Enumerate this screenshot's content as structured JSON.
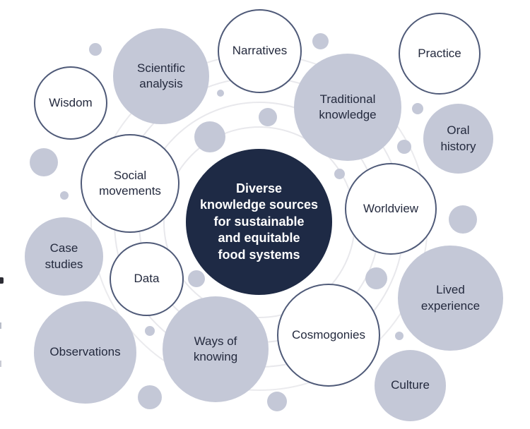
{
  "diagram": {
    "title": "Diverse knowledge sources for sustainable and equitable food systems",
    "center": {
      "label": "Diverse\nknowledge sources\nfor sustainable\nand equitable\nfood systems"
    },
    "nodes": [
      {
        "id": "wisdom",
        "label": "Wisdom",
        "style": "outlined"
      },
      {
        "id": "scientific-analysis",
        "label": "Scientific\nanalysis",
        "style": "filled"
      },
      {
        "id": "narratives",
        "label": "Narratives",
        "style": "outlined"
      },
      {
        "id": "practice",
        "label": "Practice",
        "style": "outlined"
      },
      {
        "id": "traditional-knowledge",
        "label": "Traditional\nknowledge",
        "style": "filled"
      },
      {
        "id": "oral-history",
        "label": "Oral\nhistory",
        "style": "filled"
      },
      {
        "id": "social-movements",
        "label": "Social\nmovements",
        "style": "outlined"
      },
      {
        "id": "worldview",
        "label": "Worldview",
        "style": "outlined"
      },
      {
        "id": "case-studies",
        "label": "Case\nstudies",
        "style": "filled"
      },
      {
        "id": "data",
        "label": "Data",
        "style": "outlined"
      },
      {
        "id": "observations",
        "label": "Observations",
        "style": "filled"
      },
      {
        "id": "ways-of-knowing",
        "label": "Ways of\nknowing",
        "style": "filled"
      },
      {
        "id": "cosmogonies",
        "label": "Cosmogonies",
        "style": "outlined"
      },
      {
        "id": "lived-experience",
        "label": "Lived\nexperience",
        "style": "filled"
      },
      {
        "id": "culture",
        "label": "Culture",
        "style": "filled"
      }
    ],
    "colors": {
      "filled_circle": "#c4c8d7",
      "outlined_circle_border": "#4f5a78",
      "center_circle": "#1e2a45",
      "center_text": "#ffffff",
      "label_text": "#242a3e",
      "orbit_ring": "#e8e8ec",
      "background": "#ffffff"
    }
  }
}
